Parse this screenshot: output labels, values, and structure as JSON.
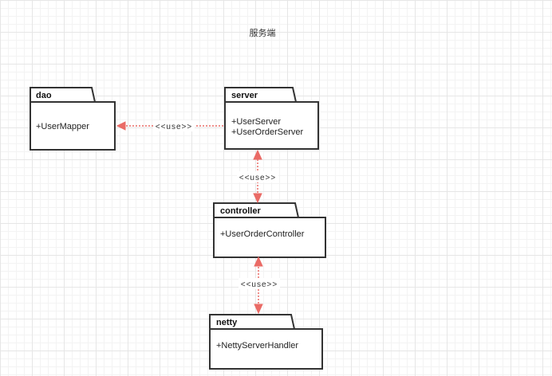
{
  "title": "服务端",
  "colors": {
    "border": "#333333",
    "arrow": "#ea6b66",
    "background": "#ffffff",
    "grid": "#e6e6e6"
  },
  "packages": [
    {
      "id": "dao",
      "name": "dao",
      "items": [
        "+UserMapper"
      ]
    },
    {
      "id": "server",
      "name": "server",
      "items": [
        "+UserServer",
        "+UserOrderServer"
      ]
    },
    {
      "id": "controller",
      "name": "controller",
      "items": [
        "+UserOrderController"
      ]
    },
    {
      "id": "netty",
      "name": "netty",
      "items": [
        "+NettyServerHandler"
      ]
    }
  ],
  "dependencies": [
    {
      "from": "server",
      "to": "dao",
      "label": "<<use>>"
    },
    {
      "from": "controller",
      "to": "server",
      "label": "<<use>>"
    },
    {
      "from": "netty",
      "to": "controller",
      "label": "<<use>>"
    }
  ]
}
